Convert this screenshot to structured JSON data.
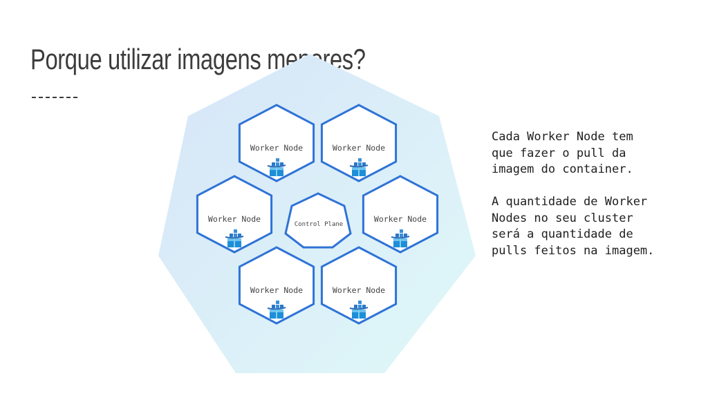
{
  "slide": {
    "title": "Porque utilizar imagens menores?",
    "paragraphs": [
      "Cada Worker Node tem\nque fazer o pull da\nimagem do container.",
      "A quantidade de Worker\nNodes no seu cluster\nserá a quantidade de\npulls feitos na imagem."
    ]
  },
  "diagram": {
    "control_plane_label": "Control Plane",
    "worker_nodes": [
      {
        "label": "Worker Node",
        "icon": "docker-cube-icon"
      },
      {
        "label": "Worker Node",
        "icon": "docker-cube-icon"
      },
      {
        "label": "Worker Node",
        "icon": "docker-cube-icon"
      },
      {
        "label": "Worker Node",
        "icon": "docker-cube-icon"
      },
      {
        "label": "Worker Node",
        "icon": "docker-cube-icon"
      },
      {
        "label": "Worker Node",
        "icon": "docker-cube-icon"
      }
    ],
    "colors": {
      "node_stroke": "#2f73d6",
      "cluster_fill_start": "#d6e5f8",
      "cluster_fill_end": "#dff8f8"
    }
  }
}
